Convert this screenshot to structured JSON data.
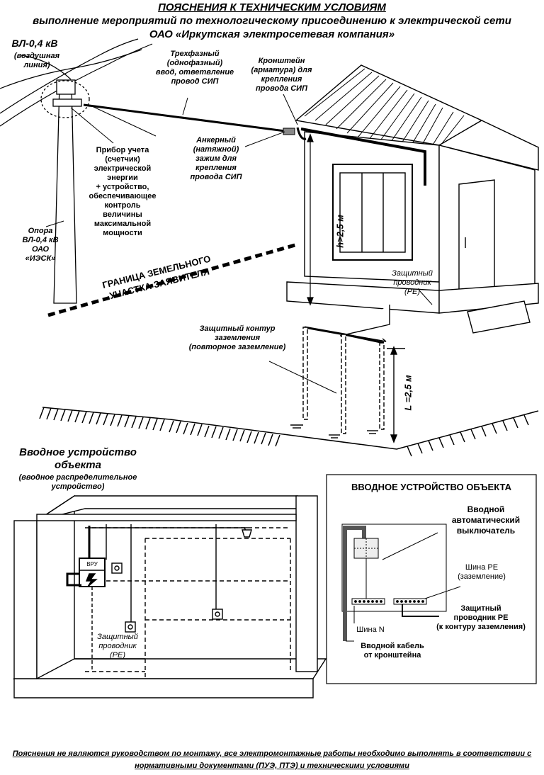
{
  "header": {
    "title": "ПОЯСНЕНИЯ К ТЕХНИЧЕСКИМ УСЛОВИЯМ",
    "subtitle": "выполнение мероприятий по технологическому присоединению к электрической сети",
    "company": "ОАО «Иркутская электросетевая компания»"
  },
  "top": {
    "line_name": "ВЛ-0,4 кВ",
    "line_desc": "(воздушная линия)",
    "input_label": "Трехфазный\n(однофазный)\nввод, ответвление\nпровод СИП",
    "bracket_label": "Кронштейн\n(арматура) для\nкрепления\nпровода СИП",
    "anchor_label": "Анкерный\n(натяжной)\nзажим для\nкрепления\nпровода СИП",
    "meter_label": "Прибор учета\n(счетчик)\nэлектрической\nэнергии\n+ устройство,\nобеспечивающее\nконтроль\nвеличины\nмаксимальной\nмощности",
    "pole_label": "Опора\nВЛ-0,4 кВ\nОАО\n«ИЭСК»",
    "height_label": "h>2,5 м",
    "pe_label": "Защитный\nпроводник\n(PE)",
    "border_label": "ГРАНИЦА ЗЕМЕЛЬНОГО\nУЧАСТКА ЗАЯВИТЕЛЯ",
    "ground_label": "Защитный контур\nзаземления\n(повторное заземление)",
    "depth_label": "L =2,5 м"
  },
  "bottom": {
    "device_title": "Вводное устройство\nобъекта",
    "device_desc": "(вводное распределительное\nустройство)",
    "vru": "ВРУ",
    "pe_conductor": "Защитный\nпроводник\n(PE)"
  },
  "panel": {
    "title": "ВВОДНОЕ УСТРОЙСТВО ОБЪЕКТА",
    "breaker": "Вводной\nавтоматический\nвыключатель",
    "pe_bus": "Шина PE\n(заземление)",
    "pe_cond": "Защитный\nпроводник  PE\n(к контуру заземления)",
    "n_bus": "Шина N",
    "input_cable": "Вводной кабель\nот кронштейна"
  },
  "footer": {
    "line1": "Пояснения не являются руководством по монтажу, все электромонтажные работы необходимо выполнять в соответствии с",
    "line2": "нормативными документами (ПУЭ, ПТЭ) и техническими условиями"
  }
}
